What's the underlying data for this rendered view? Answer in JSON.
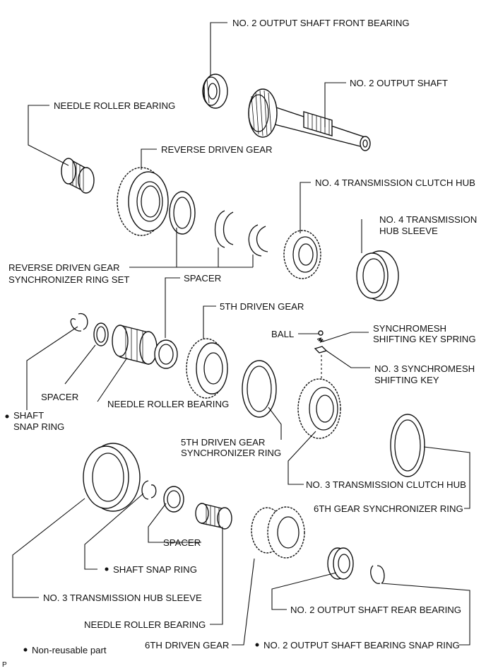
{
  "labels": {
    "no2_output_shaft_front_bearing": "NO. 2 OUTPUT SHAFT FRONT BEARING",
    "no2_output_shaft": "NO. 2 OUTPUT SHAFT",
    "needle_roller_bearing_top": "NEEDLE ROLLER BEARING",
    "reverse_driven_gear": "REVERSE DRIVEN GEAR",
    "no4_transmission_clutch_hub": "NO. 4 TRANSMISSION CLUTCH HUB",
    "no4_transmission_hub_sleeve_line1": "NO. 4 TRANSMISSION",
    "no4_transmission_hub_sleeve_line2": "HUB SLEEVE",
    "reverse_sync_ring_set_line1": "REVERSE DRIVEN GEAR",
    "reverse_sync_ring_set_line2": "SYNCHRONIZER RING SET",
    "spacer_top": "SPACER",
    "fifth_driven_gear": "5TH DRIVEN GEAR",
    "ball": "BALL",
    "synchromesh_key_spring_line1": "SYNCHROMESH",
    "synchromesh_key_spring_line2": "SHIFTING KEY SPRING",
    "no3_synchromesh_key_line1": "NO. 3 SYNCHROMESH",
    "no3_synchromesh_key_line2": "SHIFTING KEY",
    "shaft_snap_ring_top_line1": "SHAFT",
    "shaft_snap_ring_top_line2": "SNAP RING",
    "spacer_mid": "SPACER",
    "needle_roller_bearing_mid": "NEEDLE ROLLER BEARING",
    "fifth_sync_ring_line1": "5TH DRIVEN GEAR",
    "fifth_sync_ring_line2": "SYNCHRONIZER RING",
    "no3_transmission_clutch_hub": "NO. 3 TRANSMISSION CLUTCH HUB",
    "sixth_gear_sync_ring": "6TH GEAR SYNCHRONIZER RING",
    "spacer_bottom": "SPACER",
    "shaft_snap_ring_bottom": "SHAFT SNAP RING",
    "no3_transmission_hub_sleeve": "NO. 3 TRANSMISSION HUB SLEEVE",
    "no2_output_shaft_rear_bearing": "NO. 2 OUTPUT SHAFT REAR BEARING",
    "needle_roller_bearing_bottom": "NEEDLE ROLLER BEARING",
    "sixth_driven_gear": "6TH DRIVEN GEAR",
    "no2_output_shaft_bearing_snap_ring": "NO. 2 OUTPUT SHAFT BEARING SNAP RING"
  },
  "legend": {
    "non_reusable": "Non-reusable part"
  },
  "corner_mark": "P",
  "icons": {
    "non_reusable_marker": "black-dot-icon"
  }
}
